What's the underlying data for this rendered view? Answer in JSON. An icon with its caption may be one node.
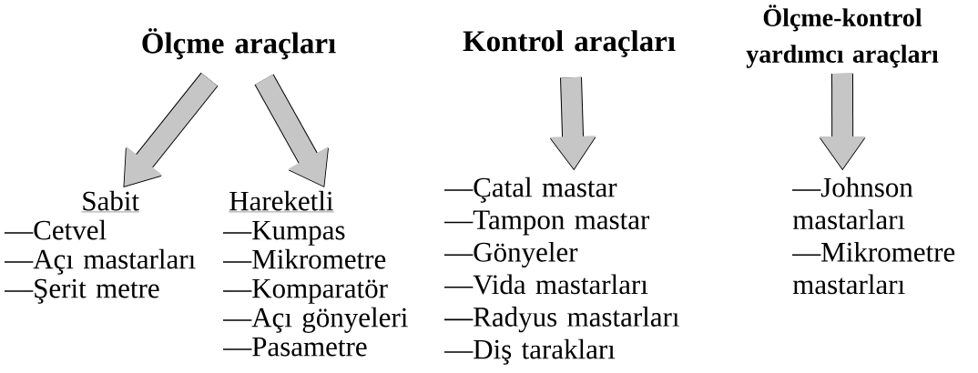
{
  "diagram": {
    "nodes": [
      {
        "text": [
          "Ölçme araçları"
        ]
      },
      {
        "text": [
          "Sabit",
          "—Cetvel",
          "—Açı mastarları",
          "—Şerit metre"
        ]
      },
      {
        "text": [
          "Hareketli",
          "—Kumpas",
          "—Mikrometre",
          "—Komparatör",
          "—Açı gönyeleri",
          "—Pasametre"
        ]
      },
      {
        "text": [
          "Kontrol araçları"
        ]
      },
      {
        "text": [
          "—Çatal mastar",
          "—Tampon mastar",
          "—Gönyeler",
          "—Vida mastarları",
          "—Radyus mastarları",
          "—Diş tarakları"
        ]
      },
      {
        "text": [
          "Ölçme-kontrol yardımcı araçları"
        ]
      },
      {
        "text": [
          "—Johnson mastarları",
          "—Mikrometre mastarları"
        ]
      }
    ],
    "edges": [
      {
        "from": 0,
        "to": 1,
        "arrow": "to"
      },
      {
        "from": 0,
        "to": 2,
        "arrow": "to"
      },
      {
        "from": 3,
        "to": 4,
        "arrow": "to"
      },
      {
        "from": 5,
        "to": 6,
        "arrow": "to"
      }
    ]
  }
}
